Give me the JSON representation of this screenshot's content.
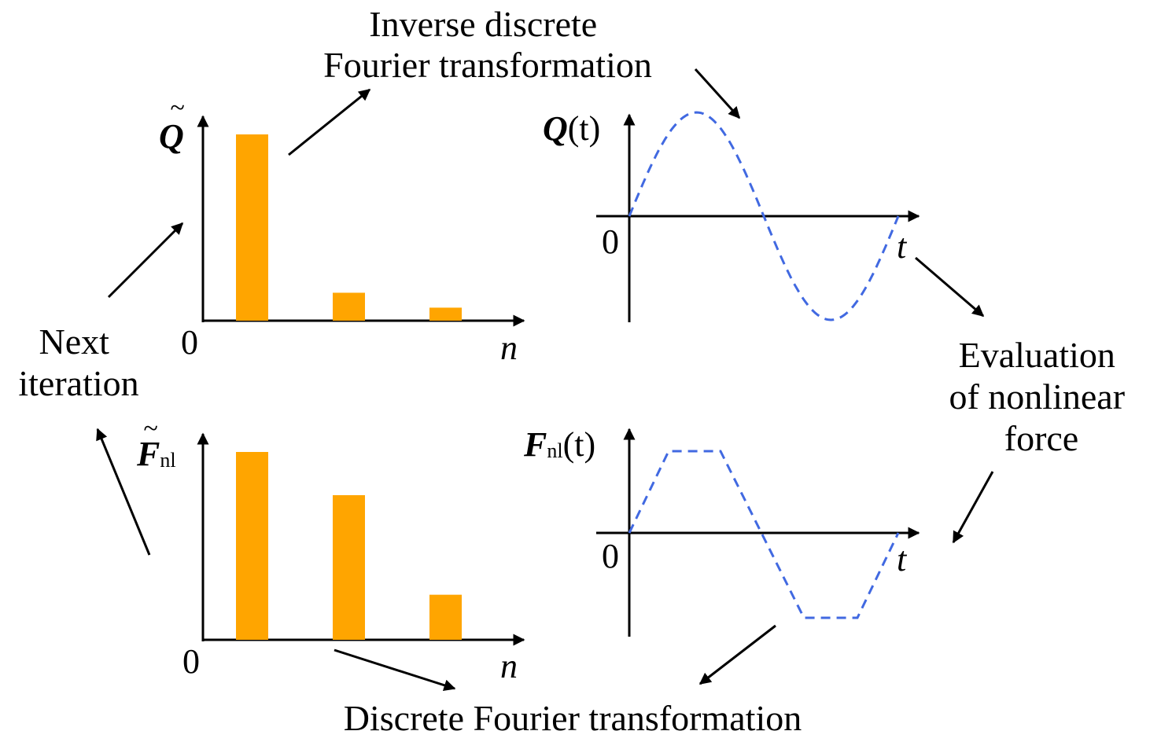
{
  "colors": {
    "bar": "#FFA500",
    "curve": "#4169E1",
    "ink": "#000000"
  },
  "labels": {
    "idft": [
      "Inverse discrete",
      "Fourier transformation"
    ],
    "nonlinear": [
      "Evaluation",
      "of nonlinear",
      "force"
    ],
    "dft": "Discrete Fourier transformation",
    "next": [
      "Next",
      "iteration"
    ]
  },
  "panels": {
    "q_spectrum": {
      "y_symbol": "Q",
      "y_accent": "~",
      "x_label": "n",
      "origin": "0",
      "bars": [
        1.0,
        0.15,
        0.07
      ]
    },
    "q_time": {
      "y_symbol": "Q",
      "y_arg": "(t)",
      "x_label": "t",
      "origin": "0",
      "shape": "sine"
    },
    "f_spectrum": {
      "y_symbol": "F",
      "y_sub": "nl",
      "y_accent": "~",
      "x_label": "n",
      "origin": "0",
      "bars": [
        1.0,
        0.77,
        0.24
      ]
    },
    "f_time": {
      "y_symbol": "F",
      "y_sub": "nl",
      "y_arg": "(t)",
      "x_label": "t",
      "origin": "0",
      "shape": "clipped sine"
    }
  }
}
